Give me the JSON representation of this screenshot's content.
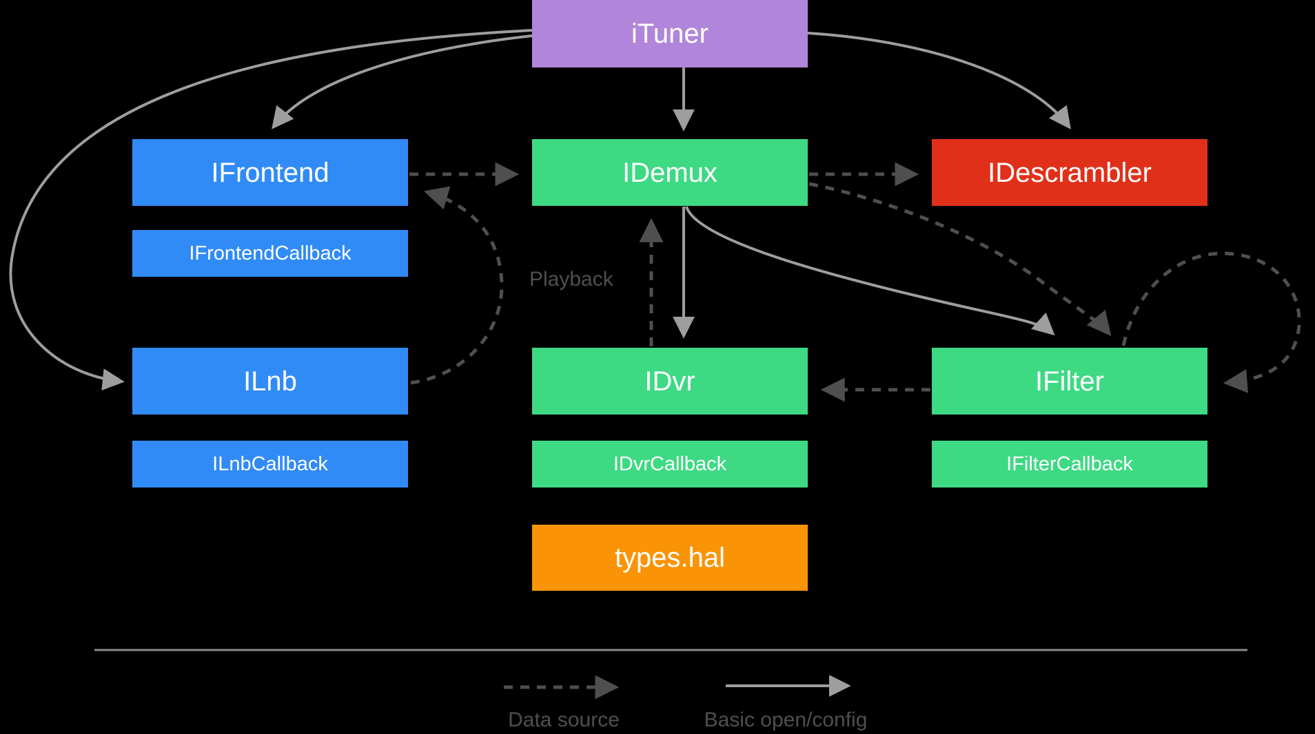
{
  "diagram": {
    "description_visible_text_only": true,
    "nodes": {
      "ituner": {
        "label": "iTuner",
        "color": "#b185d9"
      },
      "ifrontend": {
        "label": "IFrontend",
        "color": "#318bf7"
      },
      "idemux": {
        "label": "IDemux",
        "color": "#3ed983"
      },
      "idescrambler": {
        "label": "IDescrambler",
        "color": "#e1301a"
      },
      "ifrontend_callback": {
        "label": "IFrontendCallback",
        "color": "#318bf7"
      },
      "ilnb": {
        "label": "ILnb",
        "color": "#318bf7"
      },
      "idvr": {
        "label": "IDvr",
        "color": "#3ed983"
      },
      "ifilter": {
        "label": "IFilter",
        "color": "#3ed983"
      },
      "ilnb_callback": {
        "label": "ILnbCallback",
        "color": "#318bf7"
      },
      "idvr_callback": {
        "label": "IDvrCallback",
        "color": "#3ed983"
      },
      "ifilter_callback": {
        "label": "IFilterCallback",
        "color": "#3ed983"
      },
      "types_hal": {
        "label": "types.hal",
        "color": "#fa9406"
      }
    },
    "edges": [
      {
        "from": "ituner",
        "to": "idemux",
        "style": "solid"
      },
      {
        "from": "ituner",
        "to": "ifrontend",
        "style": "solid"
      },
      {
        "from": "ituner",
        "to": "ilnb",
        "style": "solid"
      },
      {
        "from": "ituner",
        "to": "idescrambler",
        "style": "solid"
      },
      {
        "from": "idemux",
        "to": "idvr",
        "style": "solid"
      },
      {
        "from": "idemux",
        "to": "ifilter",
        "style": "solid"
      },
      {
        "from": "ifrontend",
        "to": "idemux",
        "style": "dashed"
      },
      {
        "from": "idemux",
        "to": "idescrambler",
        "style": "dashed"
      },
      {
        "from": "idvr",
        "to": "idemux",
        "style": "dashed",
        "label": "Playback"
      },
      {
        "from": "ilnb",
        "to": "ifrontend",
        "style": "dashed"
      },
      {
        "from": "ifilter",
        "to": "idvr",
        "style": "dashed"
      },
      {
        "from": "idemux",
        "to": "ifilter",
        "style": "dashed"
      },
      {
        "from": "ifilter",
        "to": "ifilter",
        "style": "dashed"
      }
    ]
  },
  "edge_labels": {
    "playback": "Playback"
  },
  "legend": {
    "dashed_label": "Data source",
    "solid_label": "Basic open/config"
  },
  "colors": {
    "background": "#000000",
    "box_text": "#ffffff",
    "arrow_solid": "#9e9e9e",
    "arrow_dashed": "#4f4f4f",
    "label_text": "#4f4f4f",
    "divider": "#8a8a8a"
  }
}
